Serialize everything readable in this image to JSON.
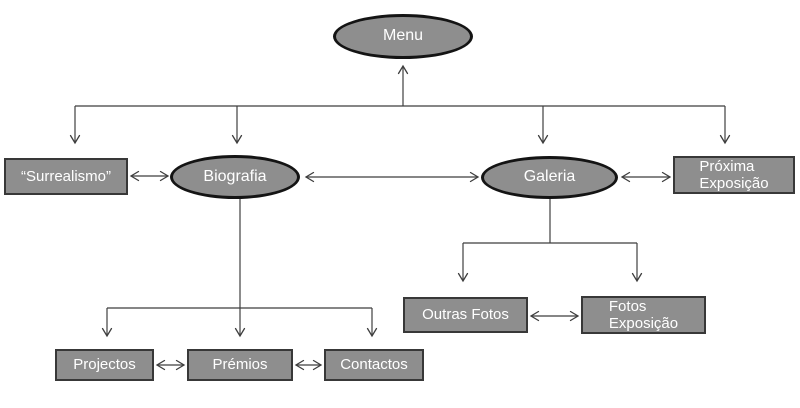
{
  "diagram_type": "sitemap-flowchart",
  "nodes": {
    "menu": {
      "label": "Menu",
      "shape": "ellipse"
    },
    "surrealismo": {
      "label": "“Surrealismo”",
      "shape": "rect"
    },
    "biografia": {
      "label": "Biografia",
      "shape": "ellipse"
    },
    "galeria": {
      "label": "Galeria",
      "shape": "ellipse"
    },
    "proxima_exposicao": {
      "line1": "Próxima",
      "line2": "Exposição",
      "shape": "rect"
    },
    "outras_fotos": {
      "label": "Outras Fotos",
      "shape": "rect"
    },
    "fotos_exposicao": {
      "line1": "Fotos",
      "line2": "Exposição",
      "shape": "rect"
    },
    "projectos": {
      "label": "Projectos",
      "shape": "rect"
    },
    "premios": {
      "label": "Prémios",
      "shape": "rect"
    },
    "contactos": {
      "label": "Contactos",
      "shape": "rect"
    }
  },
  "edges": [
    {
      "from": "section-bus",
      "to": "menu",
      "type": "arrow"
    },
    {
      "from": "menu",
      "to": "surrealismo",
      "type": "arrow"
    },
    {
      "from": "menu",
      "to": "biografia",
      "type": "arrow"
    },
    {
      "from": "menu",
      "to": "galeria",
      "type": "arrow"
    },
    {
      "from": "menu",
      "to": "proxima_exposicao",
      "type": "arrow"
    },
    {
      "from": "surrealismo",
      "to": "biografia",
      "type": "double-arrow"
    },
    {
      "from": "biografia",
      "to": "galeria",
      "type": "double-arrow"
    },
    {
      "from": "galeria",
      "to": "proxima_exposicao",
      "type": "double-arrow"
    },
    {
      "from": "galeria",
      "to": "outras_fotos",
      "type": "arrow"
    },
    {
      "from": "galeria",
      "to": "fotos_exposicao",
      "type": "arrow"
    },
    {
      "from": "outras_fotos",
      "to": "fotos_exposicao",
      "type": "double-arrow"
    },
    {
      "from": "biografia",
      "to": "projectos",
      "type": "arrow"
    },
    {
      "from": "biografia",
      "to": "premios",
      "type": "arrow"
    },
    {
      "from": "biografia",
      "to": "contactos",
      "type": "arrow"
    },
    {
      "from": "projectos",
      "to": "premios",
      "type": "double-arrow"
    },
    {
      "from": "premios",
      "to": "contactos",
      "type": "double-arrow"
    }
  ],
  "colors": {
    "node_fill": "#8e8e8e",
    "rect_border": "#383838",
    "ellipse_border": "#141414",
    "line": "#3f3f3f",
    "text": "#ffffff",
    "background": "#ffffff"
  }
}
